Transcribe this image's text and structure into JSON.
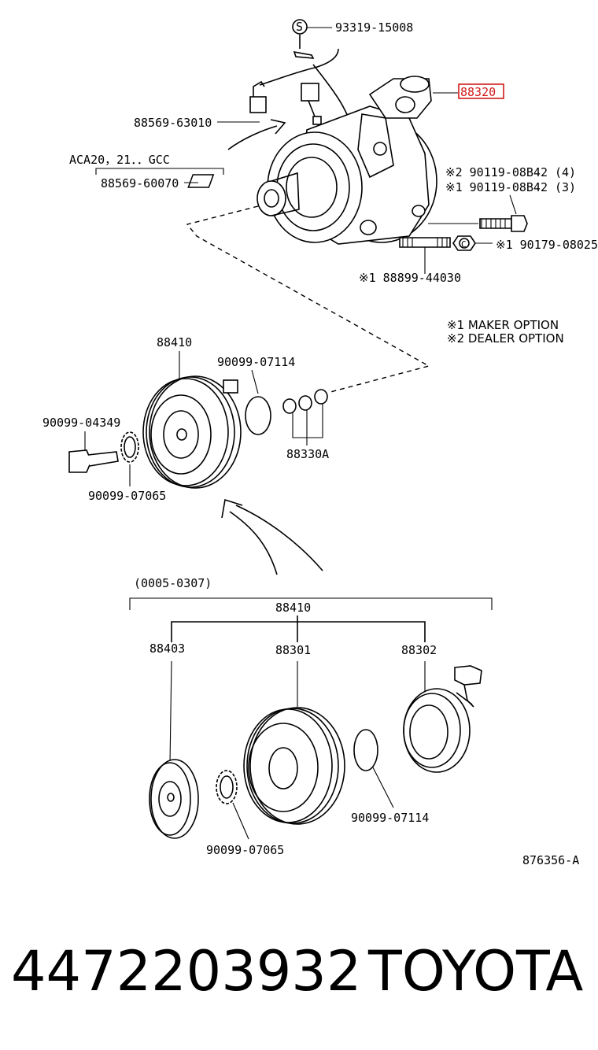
{
  "labels": {
    "p93319": "93319-15008",
    "p88320": "88320",
    "p88569_63010": "88569-63010",
    "aca": "ACA20，21．．GCC",
    "p88569_60070": "88569-60070",
    "p90119_2": "※2 90119-08B42 (4)",
    "p90119_1": "※1 90119-08B42 (3)",
    "p90179": "※1 90179-08025",
    "p88899": "※1 88899-44030",
    "maker": "※1  MAKER OPTION",
    "dealer": "※2  DEALER OPTION",
    "p88410_top": "88410",
    "p90099_07114_top": "90099-07114",
    "p90099_04349": "90099-04349",
    "p90099_07065_top": "90099-07065",
    "p88330A": "88330A",
    "date_range": "(0005-0307)",
    "p88410_bottom": "88410",
    "p88403": "88403",
    "p88301": "88301",
    "p88302": "88302",
    "p90099_07114_bottom": "90099-07114",
    "p90099_07065_bottom": "90099-07065",
    "diagram_id": "876356-A",
    "s_symbol": "S",
    "c_symbol": "C"
  },
  "footer": {
    "part_number": "4472203932",
    "brand": "TOYOTA"
  },
  "colors": {
    "highlight_box": "#d11a1a"
  }
}
